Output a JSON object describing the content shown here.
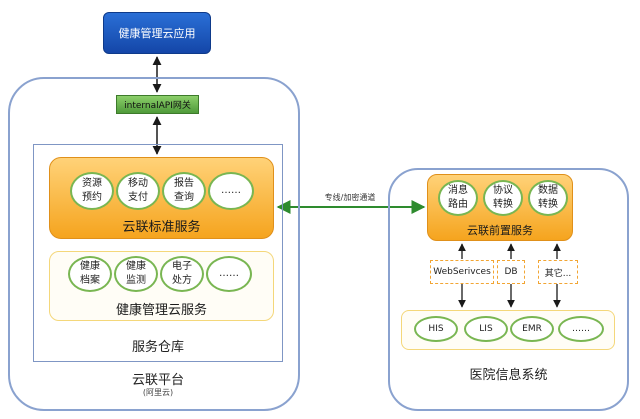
{
  "app_box": {
    "label": "健康管理云应用"
  },
  "gateway": {
    "label": "internalAPI网关"
  },
  "standard_service": {
    "label": "云联标准服务",
    "items": [
      "资源\n预约",
      "移动\n支付",
      "报告\n查询",
      "……"
    ]
  },
  "health_service": {
    "label": "健康管理云服务",
    "items": [
      "健康\n档案",
      "健康\n监测",
      "电子\n处方",
      "……"
    ]
  },
  "repository": {
    "label": "服务仓库"
  },
  "platform": {
    "label": "云联平台",
    "sublabel": "(阿里云)"
  },
  "channel": {
    "label": "专线/加密通道"
  },
  "front_service": {
    "label": "云联前置服务",
    "items": [
      "消息\n路由",
      "协议\n转换",
      "数据\n转换"
    ]
  },
  "adapters": [
    "WebSerivces",
    "DB",
    "其它..."
  ],
  "hospital_systems": [
    "HIS",
    "LIS",
    "EMR",
    "……"
  ],
  "hospital": {
    "label": "医院信息系统"
  }
}
